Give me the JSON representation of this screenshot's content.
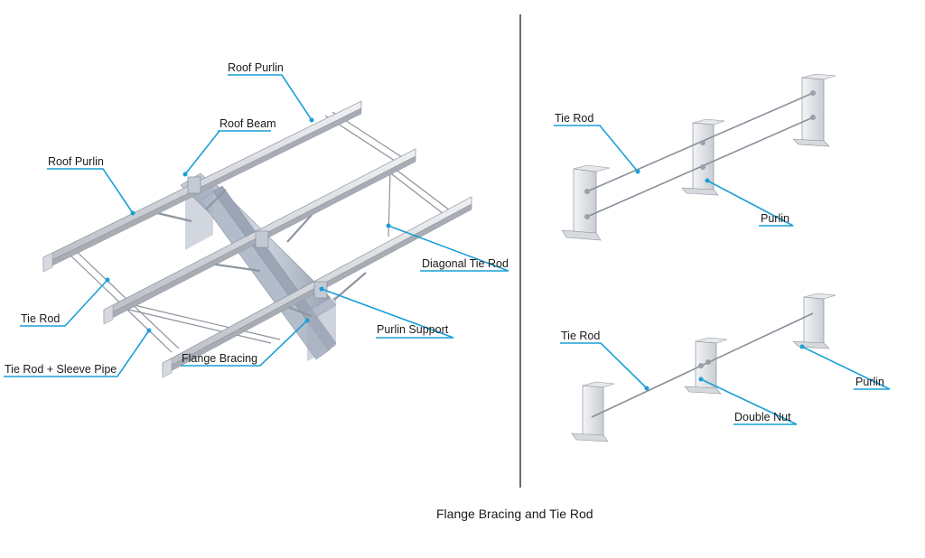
{
  "caption": "Flange Bracing and Tie Rod",
  "left_panel": {
    "roof_purlin_top": "Roof Purlin",
    "roof_beam": "Roof Beam",
    "roof_purlin_left": "Roof Purlin",
    "tie_rod": "Tie Rod",
    "tie_rod_sleeve": "Tie Rod + Sleeve Pipe",
    "flange_bracing": "Flange Bracing",
    "purlin_support": "Purlin Support",
    "diagonal_tie_rod": "Diagonal Tie Rod"
  },
  "right_top_panel": {
    "tie_rod": "Tie Rod",
    "purlin": "Purlin"
  },
  "right_bottom_panel": {
    "tie_rod": "Tie Rod",
    "double_nut": "Double Nut",
    "purlin": "Purlin"
  },
  "colors": {
    "leader": "#1a9fd6",
    "divider": "#6b6b6b",
    "steel_light": "#e4e6ea",
    "steel_mid": "#c6cad1",
    "steel_dark": "#9ea4ad",
    "beam": "#b7c0cf"
  }
}
